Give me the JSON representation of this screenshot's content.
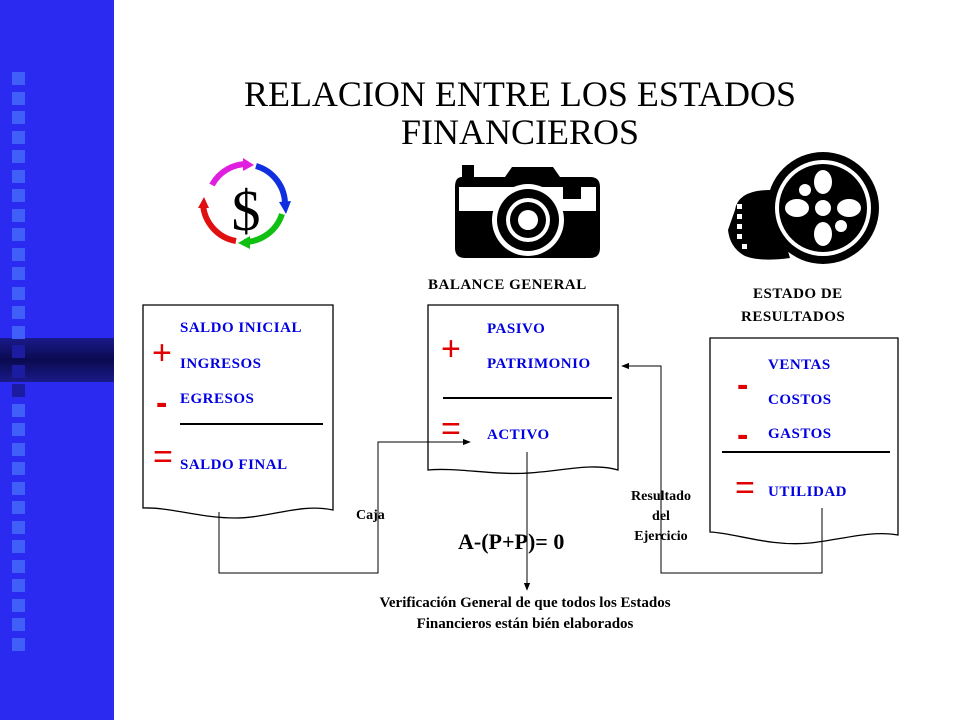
{
  "title": {
    "line1": "RELACION ENTRE LOS ESTADOS",
    "line2": "FINANCIEROS"
  },
  "icons": {
    "cycle": "dollar-cycle-icon",
    "camera": "camera-icon",
    "film": "film-reel-icon"
  },
  "cycle_symbol": "$",
  "flow_statement": {
    "plus": "+",
    "minus": "-",
    "equals": "=",
    "items": [
      "SALDO INICIAL",
      "INGRESOS",
      "EGRESOS",
      "SALDO FINAL"
    ]
  },
  "balance": {
    "heading": "BALANCE GENERAL",
    "plus": "+",
    "equals": "=",
    "items": [
      "PASIVO",
      "PATRIMONIO",
      "ACTIVO"
    ]
  },
  "results": {
    "heading_line1": "ESTADO DE",
    "heading_line2": "RESULTADOS",
    "minus1": "-",
    "minus2": "-",
    "equals": "=",
    "items": [
      "VENTAS",
      "COSTOS",
      "GASTOS",
      "UTILIDAD"
    ]
  },
  "connectors": {
    "caja": "Caja",
    "resultado_line1": "Resultado",
    "resultado_line2": "del",
    "resultado_line3": "Ejercicio"
  },
  "equation": "A-(P+P)= 0",
  "verification": {
    "line1": "Verificación General de que todos los Estados",
    "line2": "Financieros están bién elaborados"
  },
  "colors": {
    "sidebar": "#2a2af0",
    "label_blue": "#0000e0",
    "operator_red": "#e00000"
  }
}
